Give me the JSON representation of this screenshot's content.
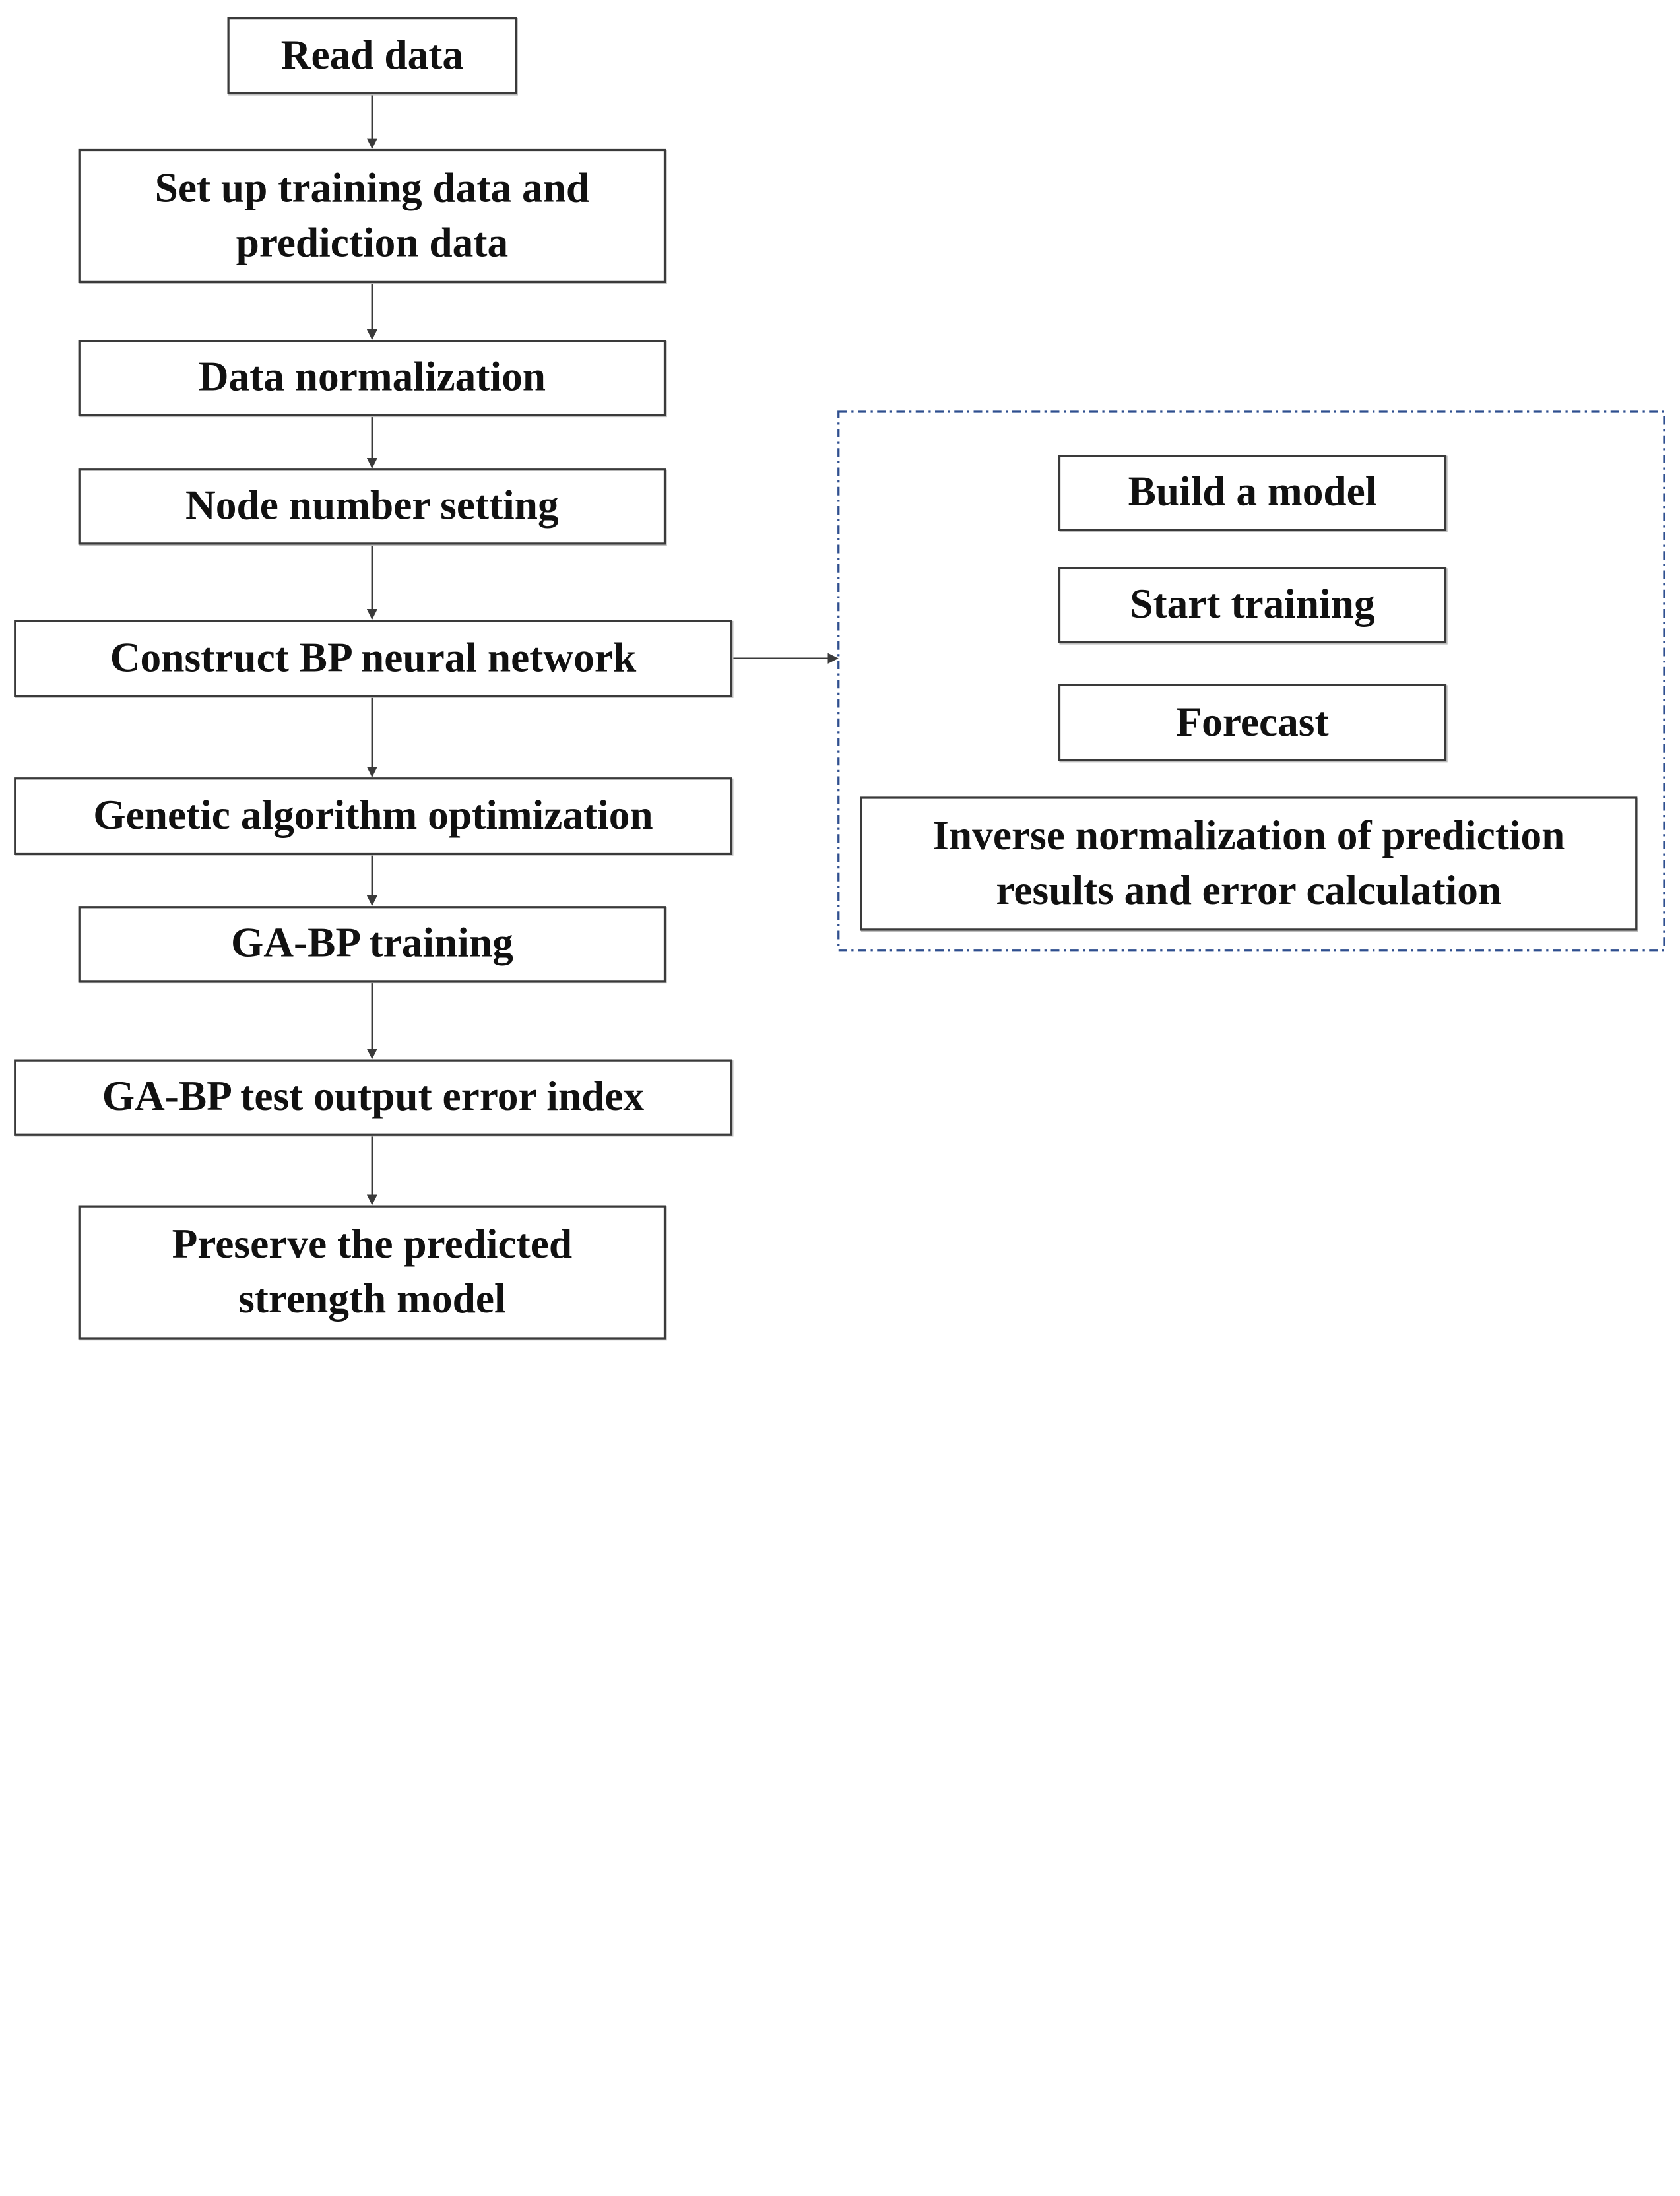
{
  "flow": {
    "steps": [
      {
        "id": "read",
        "label": "Read data"
      },
      {
        "id": "setup",
        "lines": [
          "Set up training data and",
          "prediction data"
        ]
      },
      {
        "id": "normalize",
        "label": "Data normalization"
      },
      {
        "id": "node",
        "label": "Node number setting"
      },
      {
        "id": "construct",
        "label": "Construct BP neural network"
      },
      {
        "id": "genetic",
        "label": "Genetic algorithm optimization"
      },
      {
        "id": "gabp_train",
        "label": "GA-BP training"
      },
      {
        "id": "gabp_test",
        "label": "GA-BP test output error index"
      },
      {
        "id": "preserve",
        "lines": [
          "Preserve the predicted",
          "strength model"
        ]
      }
    ]
  },
  "detail_group": {
    "border_color": "#2f4f8f",
    "items": [
      {
        "id": "build",
        "label": "Build a model"
      },
      {
        "id": "start",
        "label": "Start training"
      },
      {
        "id": "forecast",
        "label": "Forecast"
      },
      {
        "id": "inverse",
        "lines": [
          "Inverse normalization of prediction",
          "results and error calculation"
        ]
      }
    ]
  },
  "colors": {
    "box_border": "#3a3a3a",
    "text": "#111111",
    "arrow": "#3a3a3a",
    "background": "#ffffff"
  }
}
